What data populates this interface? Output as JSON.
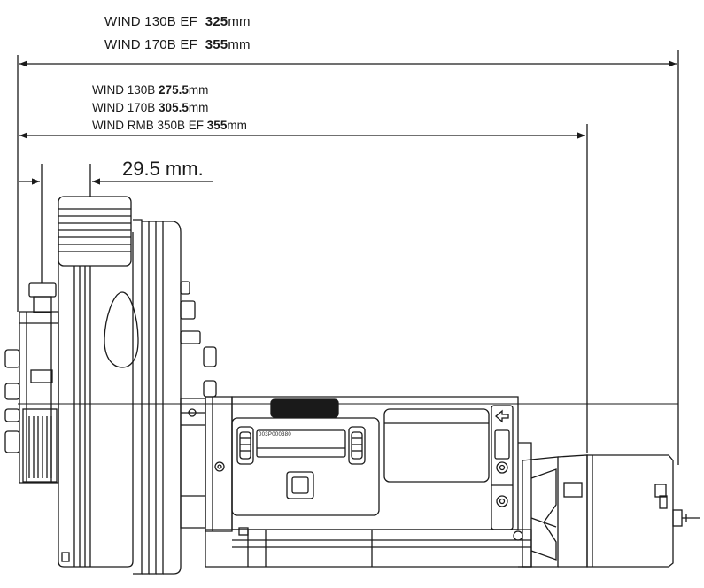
{
  "dimensions": {
    "overall": {
      "rows": [
        {
          "model": "WIND 130B EF",
          "value": "325",
          "unit": "mm"
        },
        {
          "model": "WIND 170B EF",
          "value": "355",
          "unit": "mm"
        }
      ]
    },
    "body": {
      "rows": [
        {
          "model": "WIND 130B",
          "value": "275.5",
          "unit": "mm"
        },
        {
          "model": "WIND 170B",
          "value": "305.5",
          "unit": "mm"
        },
        {
          "model": "WIND RMB 350B EF",
          "value": "355",
          "unit": "mm"
        }
      ]
    },
    "offset": {
      "label": "29.5 mm."
    }
  },
  "part_marking": "003P000380",
  "colors": {
    "line": "#1a1a1a",
    "background": "#ffffff"
  }
}
